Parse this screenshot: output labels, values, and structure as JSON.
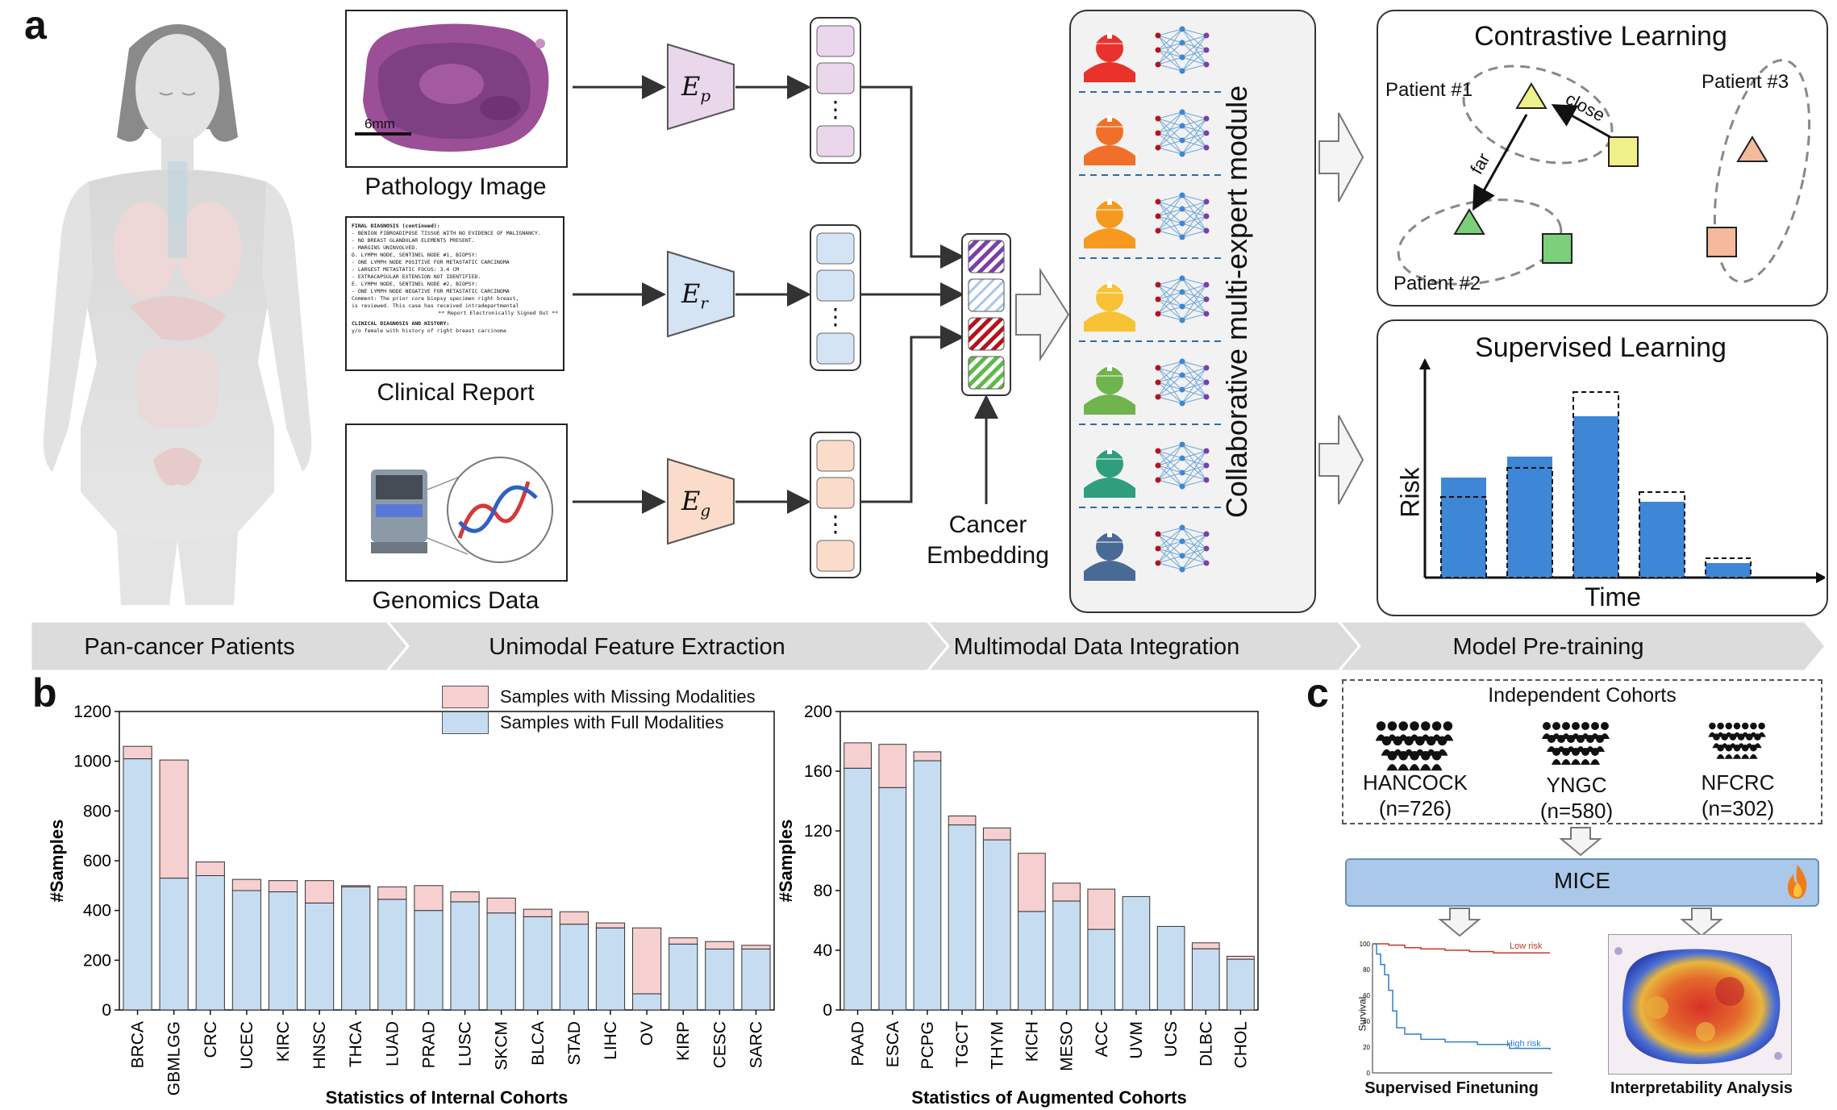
{
  "panel_a": {
    "label": "a",
    "inputs": [
      {
        "caption": "Pathology Image",
        "scale_bar": "6mm",
        "encoder": "E_p",
        "encoder_sub": "p",
        "color": "#ead7ec"
      },
      {
        "caption": "Clinical Report",
        "encoder": "E_r",
        "encoder_sub": "r",
        "color": "#d4e4f5"
      },
      {
        "caption": "Genomics Data",
        "encoder": "E_g",
        "encoder_sub": "g",
        "color": "#fbdccb"
      }
    ],
    "report_lines": [
      "FINAL DIAGNOSIS (continued):",
      "- BENIGN FIBROADIPOSE TISSUE WITH NO EVIDENCE OF MALIGNANCY.",
      "- NO BREAST GLANDULAR ELEMENTS PRESENT.",
      "- MARGINS UNINVOLVED.",
      "D. LYMPH NODE, SENTINEL NODE #1, BIOPSY:",
      "- ONE LYMPH NODE POSITIVE FOR METASTATIC CARCINOMA",
      "- LARGEST METASTATIC FOCUS: 3.4 CM",
      "- EXTRACAPSULAR EXTENSION NOT IDENTIFIED.",
      "E. LYMPH NODE, SENTINEL NODE #2, BIOPSY:",
      "- ONE LYMPH NODE NEGATIVE FOR METASTATIC CARCINOMA",
      "Comment: The prior core biopsy specimen right breast,",
      "is reviewed. This case has received intradepartmental",
      "** Report Electronically Signed Out **",
      "CLINICAL DIAGNOSIS AND HISTORY:",
      "y/o female with history of right breast carcinoma"
    ],
    "cancer_embedding_label": [
      "Cancer",
      "Embedding"
    ],
    "moe_label": "Collaborative multi-expert module",
    "expert_colors": [
      "#e8322b",
      "#f0702a",
      "#f59a1e",
      "#f7c234",
      "#6fb44c",
      "#2f9e7c",
      "#4a6a96"
    ],
    "contrastive": {
      "title": "Contrastive Learning",
      "patient1": "Patient #1",
      "patient2": "Patient #2",
      "patient3": "Patient #3",
      "close": "close",
      "far": "far"
    },
    "supervised": {
      "title": "Supervised Learning",
      "ylabel": "Risk",
      "xlabel": "Time",
      "bars": [
        0.62,
        0.75,
        1.0,
        0.47,
        0.09
      ],
      "targets": [
        0.5,
        0.68,
        1.15,
        0.53,
        0.12
      ]
    },
    "stages": [
      "Pan-cancer Patients",
      "Unimodal Feature Extraction",
      "Multimodal Data Integration",
      "Model Pre-training"
    ],
    "colors": {
      "full": "#c6ddf1",
      "missing": "#f6cfd1",
      "bar_blue": "#3e86d6",
      "hatch_purple": "#7b3fa8",
      "hatch_red": "#b5121b",
      "hatch_green": "#5fb84b",
      "hatch_blue": "#a9c7e6"
    }
  },
  "panel_b": {
    "label": "b",
    "legend_missing": "Samples with Missing Modalities",
    "legend_full": "Samples with Full Modalities",
    "chart_data": [
      {
        "type": "bar",
        "stacked": true,
        "title": "Statistics of Internal Cohorts",
        "ylabel": "#Samples",
        "ylim": [
          0,
          1200
        ],
        "yticks": [
          0,
          200,
          400,
          600,
          800,
          1000,
          1200
        ],
        "categories": [
          "BRCA",
          "GBMLGG",
          "CRC",
          "UCEC",
          "KIRC",
          "HNSC",
          "THCA",
          "LUAD",
          "PRAD",
          "LUSC",
          "SKCM",
          "BLCA",
          "STAD",
          "LIHC",
          "OV",
          "KIRP",
          "CESC",
          "SARC"
        ],
        "series": [
          {
            "name": "Samples with Full Modalities",
            "values": [
              1010,
              530,
              540,
              480,
              475,
              430,
              495,
              445,
              400,
              435,
              390,
              375,
              345,
              330,
              65,
              265,
              245,
              245
            ]
          },
          {
            "name": "Samples with Missing Modalities",
            "values": [
              50,
              475,
              55,
              45,
              45,
              90,
              5,
              50,
              100,
              40,
              60,
              30,
              50,
              20,
              265,
              25,
              30,
              15
            ]
          }
        ]
      },
      {
        "type": "bar",
        "stacked": true,
        "title": "Statistics of Augmented Cohorts",
        "ylabel": "#Samples",
        "ylim": [
          0,
          200
        ],
        "yticks": [
          0,
          40,
          80,
          120,
          160,
          200
        ],
        "categories": [
          "PAAD",
          "ESCA",
          "PCPG",
          "TGCT",
          "THYM",
          "KICH",
          "MESO",
          "ACC",
          "UVM",
          "UCS",
          "DLBC",
          "CHOL"
        ],
        "series": [
          {
            "name": "Samples with Full Modalities",
            "values": [
              162,
              149,
              167,
              124,
              114,
              66,
              73,
              54,
              76,
              56,
              41,
              34
            ]
          },
          {
            "name": "Samples with Missing Modalities",
            "values": [
              17,
              29,
              6,
              6,
              8,
              39,
              12,
              27,
              0,
              0,
              4,
              2
            ]
          }
        ]
      }
    ]
  },
  "panel_c": {
    "label": "c",
    "box_title": "Independent Cohorts",
    "cohorts": [
      {
        "name": "HANCOCK",
        "n": "(n=726)"
      },
      {
        "name": "YNGC",
        "n": "(n=580)"
      },
      {
        "name": "NFCRC",
        "n": "(n=302)"
      }
    ],
    "model": "MICE",
    "fire_icon": "fire-icon",
    "tasks": [
      "Supervised Finetuning",
      "Interpretability Analysis"
    ],
    "km": {
      "ylabel": "Survival",
      "low_risk": "Low risk",
      "high_risk": "High risk",
      "yticks": [
        "100",
        "80",
        "60",
        "40",
        "20",
        "0"
      ],
      "low_color": "#c0392b",
      "high_color": "#2f7fd0"
    }
  }
}
